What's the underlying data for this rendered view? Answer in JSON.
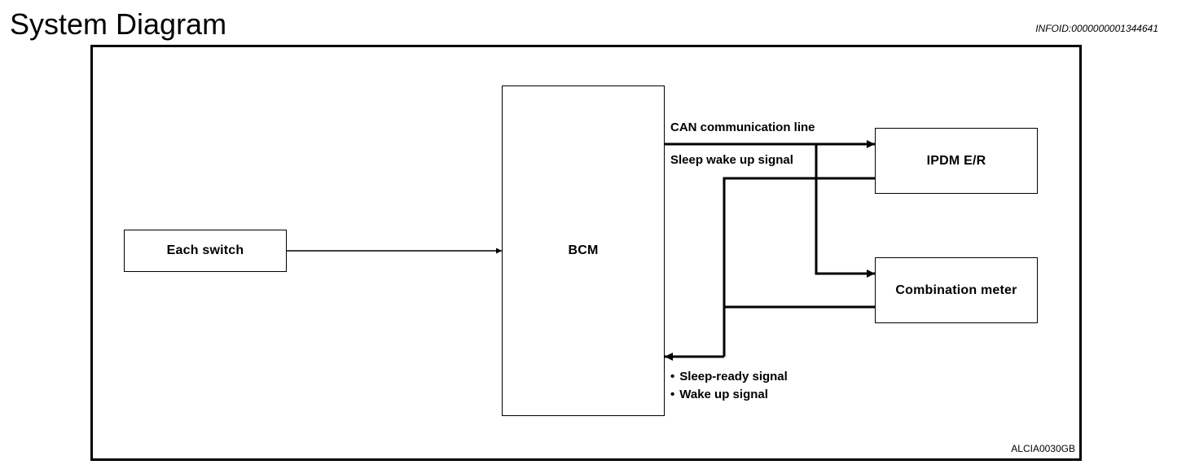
{
  "header": {
    "title": "System Diagram",
    "info_id": "INFOID:0000000001344641"
  },
  "diagram": {
    "blocks": {
      "each_switch": "Each switch",
      "bcm": "BCM",
      "ipdm": "IPDM E/R",
      "combination_meter": "Combination meter"
    },
    "labels": {
      "can_line": "CAN communication line",
      "sleep_wake": "Sleep wake up signal"
    },
    "signals": [
      "Sleep-ready signal",
      "Wake up signal"
    ],
    "figure_ref": "ALCIA0030GB"
  }
}
